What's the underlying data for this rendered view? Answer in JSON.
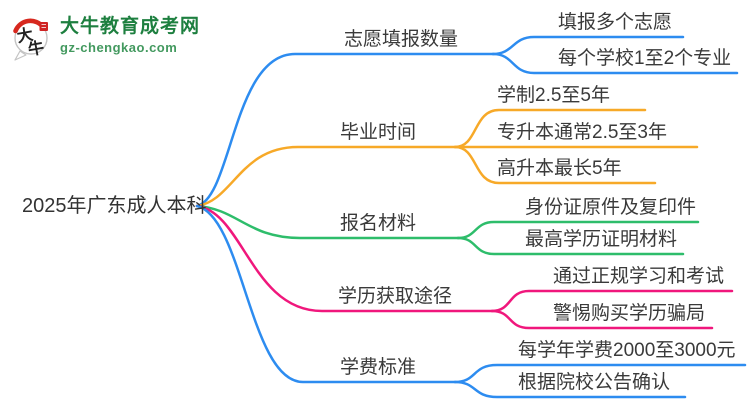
{
  "logo": {
    "title": "大牛教育成考网",
    "domain": "gz-chengkao.com",
    "mark_char1": "大",
    "mark_char2": "牛",
    "colors": {
      "title_green": "#1d7f3f",
      "domain_green": "#43995f",
      "seal_red": "#cf2323",
      "cap_red": "#d7281e"
    }
  },
  "root": {
    "label": "2025年广东成人本科"
  },
  "branches": [
    {
      "label": "志愿填报数量",
      "color": "#2d8cf0",
      "children": [
        "填报多个志愿",
        "每个学校1至2个专业"
      ]
    },
    {
      "label": "毕业时间",
      "color": "#f7a928",
      "children": [
        "学制2.5至5年",
        "专升本通常2.5至3年",
        "高升本最长5年"
      ]
    },
    {
      "label": "报名材料",
      "color": "#2ebd6b",
      "children": [
        "身份证原件及复印件",
        "最高学历证明材料"
      ]
    },
    {
      "label": "学历获取途径",
      "color": "#f0177c",
      "children": [
        "通过正规学习和考试",
        "警惕购买学历骗局"
      ]
    },
    {
      "label": "学费标准",
      "color": "#2d8cf0",
      "children": [
        "每学年学费2000至3000元",
        "根据院校公告确认"
      ]
    }
  ]
}
